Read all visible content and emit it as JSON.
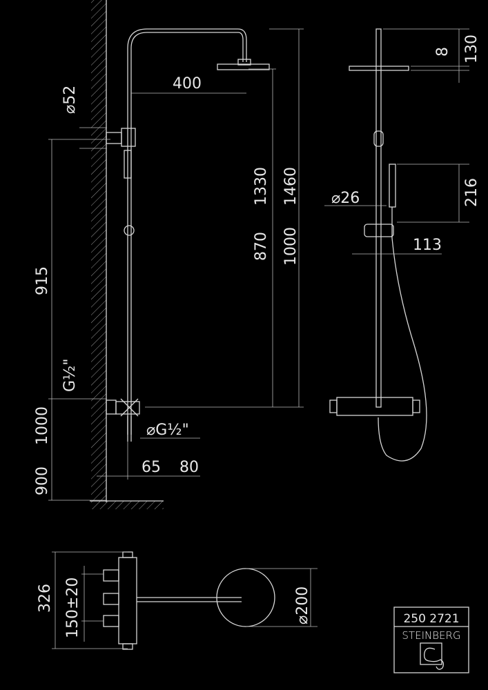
{
  "side_view": {
    "dim_arm": "400",
    "dim_wall_flange": "⌀52",
    "dim_bracket_height": "915",
    "dim_inlet": "G½\"",
    "dim_inlet_height_1": "1000",
    "dim_inlet_height_2": "900",
    "dim_head_1": "1330",
    "dim_head_2": "1460",
    "dim_head_3": "870",
    "dim_head_4": "1000",
    "dim_outlet": "⌀G½\"",
    "dim_offset_1": "65",
    "dim_offset_2": "80"
  },
  "front_view": {
    "dim_top": "130",
    "dim_head_thickness": "8",
    "dim_hand_shower": "216",
    "dim_hand_diameter": "⌀26",
    "dim_width": "113"
  },
  "plan_view": {
    "dim_total": "326",
    "dim_centers": "150±20",
    "dim_head_diameter": "⌀200"
  },
  "title_block": {
    "article_number": "250 2721",
    "brand": "STEINBERG"
  }
}
